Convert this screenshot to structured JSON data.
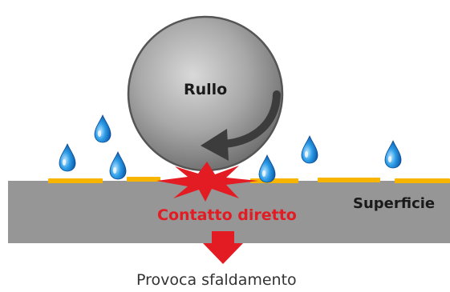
{
  "labels": {
    "roller": "Rullo",
    "surface": "Superficie",
    "contact": "Contatto diretto",
    "caption": "Provoca sfaldamento"
  },
  "colors": {
    "surface": "#969696",
    "coating": "#f7b500",
    "impact": "#e31b23",
    "droplet": "#1a7fd0"
  },
  "icons": {
    "droplet": "water-drop-icon",
    "rotation": "curved-arrow-icon",
    "impact": "starburst-icon",
    "result": "down-arrow-icon"
  }
}
